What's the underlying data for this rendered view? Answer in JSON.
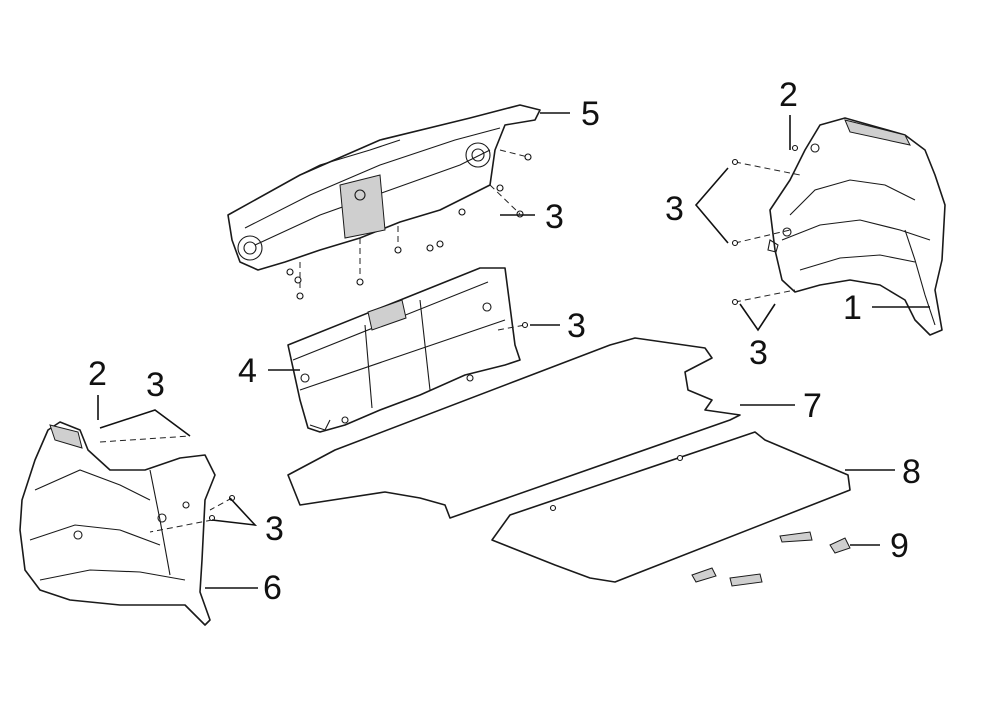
{
  "diagram": {
    "callouts": {
      "c1": "1",
      "c2_right": "2",
      "c2_left": "2",
      "c3_top": "3",
      "c3_right_upper": "3",
      "c3_right_lower": "3",
      "c3_center": "3",
      "c3_left_top": "3",
      "c3_left_bottom": "3",
      "c4": "4",
      "c5": "5",
      "c6": "6",
      "c7": "7",
      "c8": "8",
      "c9": "9"
    }
  }
}
